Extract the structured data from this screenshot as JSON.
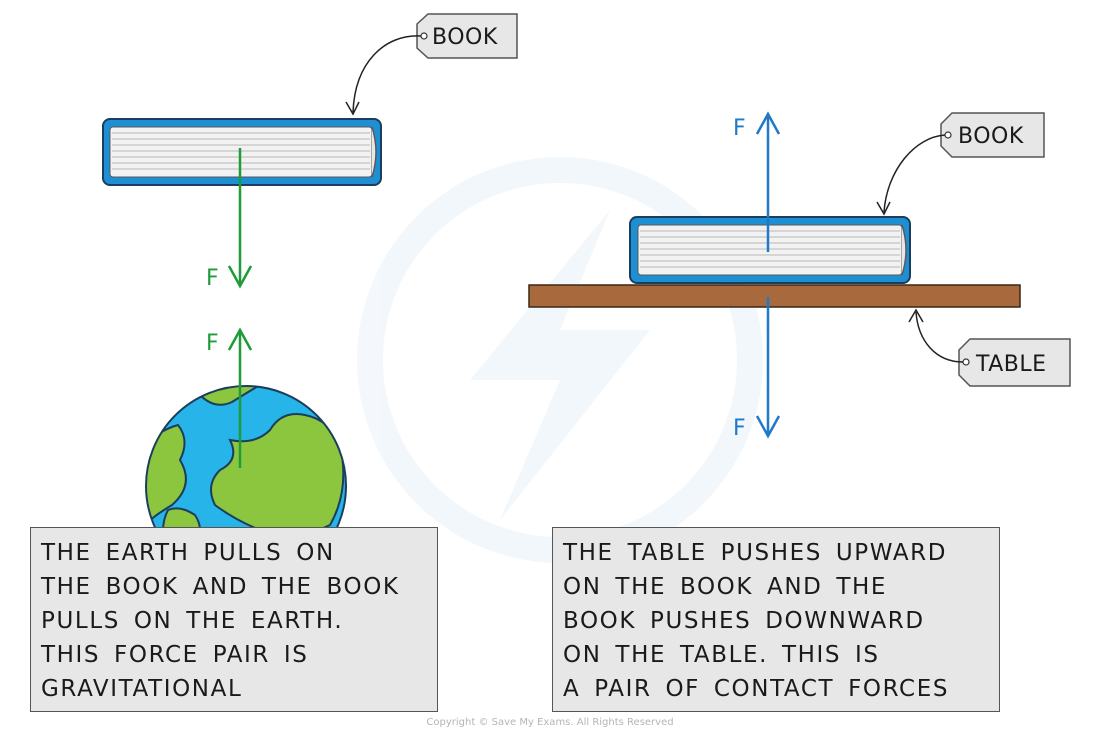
{
  "labels": {
    "book_tag_left": "BOOK",
    "book_tag_right": "BOOK",
    "table_tag": "TABLE",
    "force_book_down": "F",
    "force_earth_up": "F",
    "force_table_up": "F",
    "force_book_on_table_down": "F"
  },
  "left_caption": [
    "THE EARTH PULLS ON",
    "THE BOOK AND THE BOOK",
    "PULLS ON THE EARTH.",
    "THIS FORCE PAIR IS",
    "GRAVITATIONAL"
  ],
  "right_caption": [
    "THE TABLE PUSHES UPWARD",
    "ON THE BOOK AND THE",
    "BOOK PUSHES DOWNWARD",
    "ON THE TABLE. THIS IS",
    "A PAIR OF CONTACT FORCES"
  ],
  "copyright": "Copyright © Save My Exams. All Rights Reserved",
  "colors": {
    "gravity_arrow": "#1f9b3a",
    "contact_arrow": "#1f78c8",
    "book_cover": "#1f8fd4",
    "table": "#a86a3c",
    "earth_land": "#8cc63f",
    "earth_water": "#27b4e8",
    "caption_box": "#e7e7e7"
  }
}
